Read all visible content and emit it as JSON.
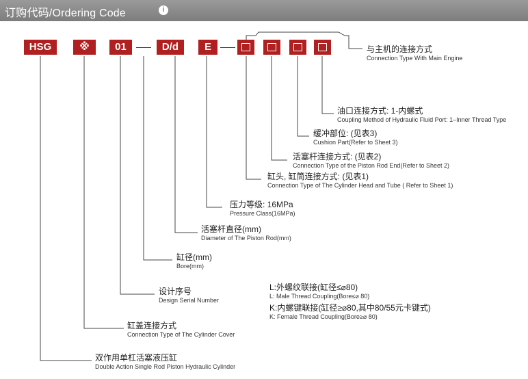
{
  "header": {
    "title": "订购代码/Ordering Code",
    "icon": "info-circle-icon"
  },
  "code_boxes": [
    "HSG",
    "※",
    "01",
    "D/d",
    "E"
  ],
  "empty_box_count": 4,
  "labels": {
    "main_engine": {
      "cn": "与主机的连接方式",
      "en": "Connection Type With Main Engine"
    },
    "oil_port": {
      "cn": "油口连接方式: 1-内螺式",
      "en": "Coupling Method of Hydraulic Fluid Port: 1–Inner Thread Type"
    },
    "cushion": {
      "cn": "缓冲部位: (见表3)",
      "en": "Cushion Part(Refer to Sheet 3)"
    },
    "piston_rod_end": {
      "cn": "活塞杆连接方式: (见表2)",
      "en": "Connection Type of the Piston Rod End(Refer to Sheet 2)"
    },
    "head_tube": {
      "cn": "缸头, 缸筒连接方式: (见表1)",
      "en": "Connection Type of The Cylinder Head and Tube ( Refer to Sheet 1)"
    },
    "pressure": {
      "cn": "压力等级: 16MPa",
      "en": "Pressure Class(16MPa)"
    },
    "rod_diameter": {
      "cn": "活塞杆直径(mm)",
      "en": "Diameter of The Piston Rod(mm)"
    },
    "bore": {
      "cn": "缸径(mm)",
      "en": "Bore(mm)"
    },
    "serial": {
      "cn": "设计序号",
      "en": "Design Serial Number"
    },
    "cover": {
      "cn": "缸盖连接方式",
      "en": "Connection Type of The Cylinder Cover"
    },
    "cylinder": {
      "cn": "双作用单杠活塞液压缸",
      "en": "Double Action Single Rod Piston Hydraulic Cylinder"
    }
  },
  "thread_notes": {
    "male": {
      "cn": "L:外螺纹联接(缸径≤⌀80)",
      "en": "L: Male Thread Coupling(Bore≤⌀ 80)"
    },
    "female": {
      "cn": "K:内螺键联接(缸径≥⌀80,其中80/55元卡键式)",
      "en": "K: Female Thread Coupling(Bore≥⌀ 80)"
    }
  }
}
